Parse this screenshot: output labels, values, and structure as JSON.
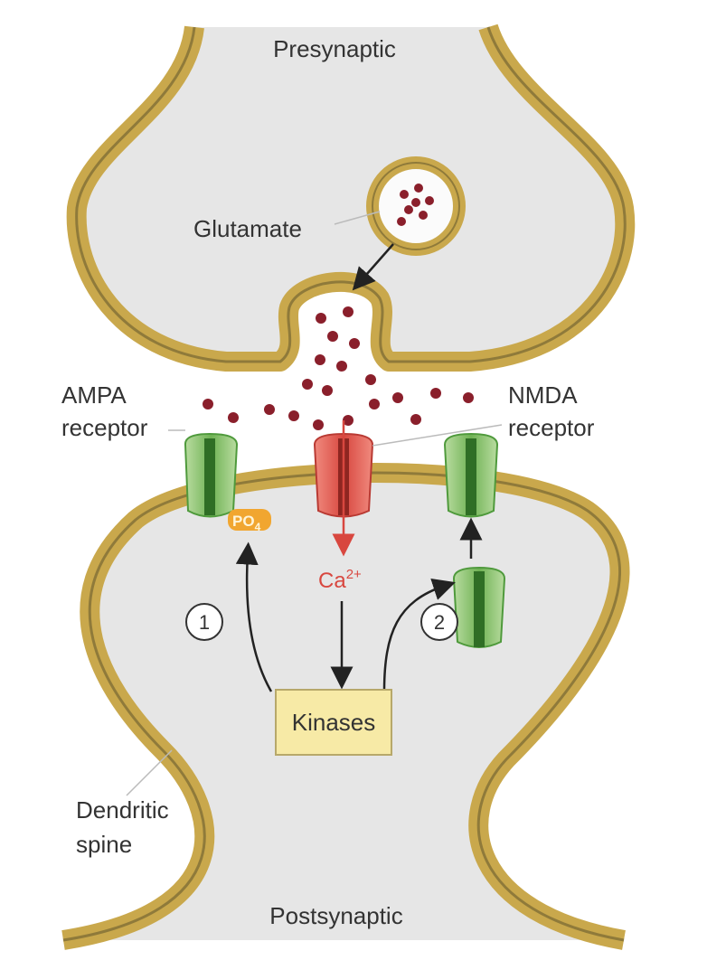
{
  "labels": {
    "presynaptic": "Presynaptic",
    "postsynaptic": "Postsynaptic",
    "glutamate": "Glutamate",
    "ampa_line1": "AMPA",
    "ampa_line2": "receptor",
    "nmda_line1": "NMDA",
    "nmda_line2": "receptor",
    "phosphate_main": "PO",
    "phosphate_sub": "4",
    "calcium_main": "Ca",
    "calcium_sup": "2+",
    "kinases": "Kinases",
    "dendritic_line1": "Dendritic",
    "dendritic_line2": "spine",
    "step1": "1",
    "step2": "2"
  },
  "colors": {
    "membrane": "#c9a84c",
    "membrane_inner": "#8f7a3a",
    "cytoplasm": "#e6e6e6",
    "glutamate": "#8a1f2b",
    "ampa_receptor": "#4f9a3c",
    "nmda_receptor": "#d8473f",
    "phosphate": "#f1a630",
    "calcium": "#d8473f",
    "kinase_box": "#f7eaa6"
  }
}
